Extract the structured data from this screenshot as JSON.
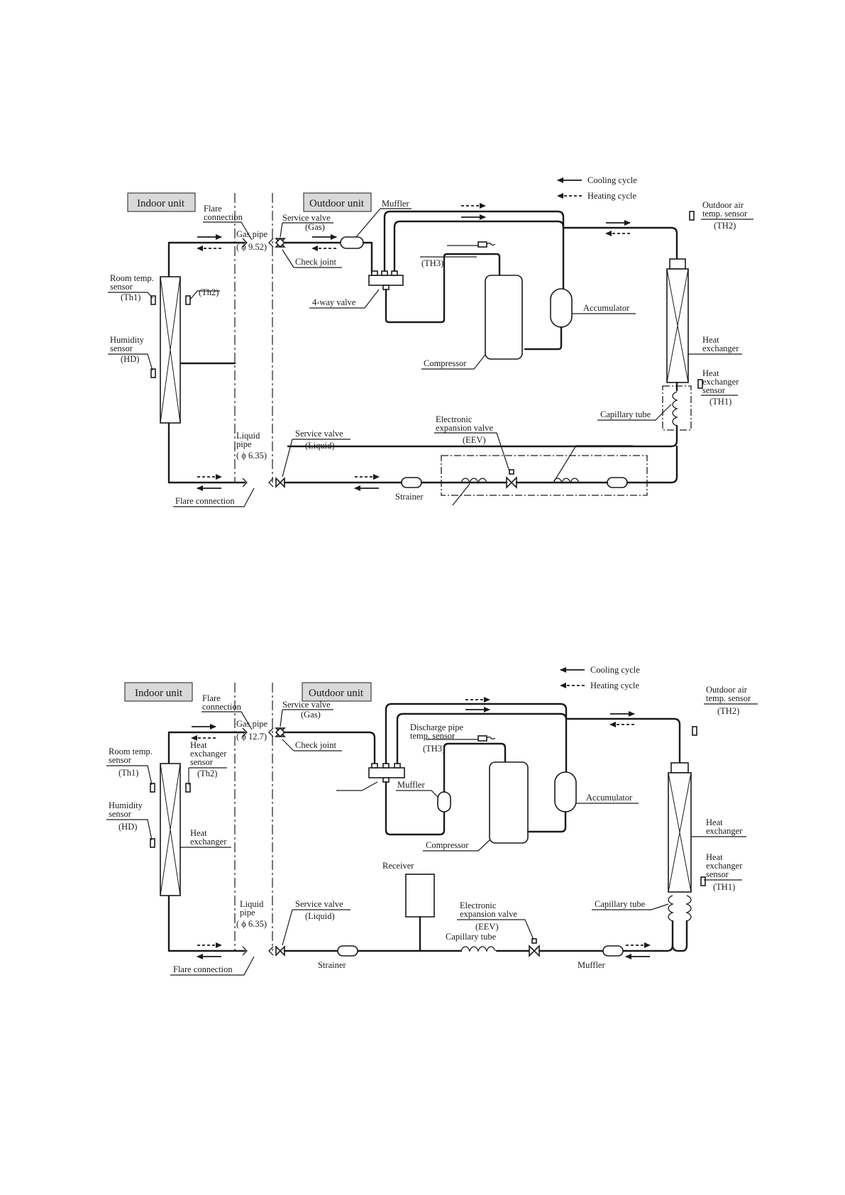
{
  "legend": {
    "cooling": "Cooling cycle",
    "heating": "Heating cycle"
  },
  "top": {
    "indoor_unit": "Indoor unit",
    "outdoor_unit": "Outdoor unit",
    "flare_connection_1": "Flare",
    "flare_connection_2": "connection",
    "service_valve_gas_1": "Service valve",
    "service_valve_gas_2": "(Gas)",
    "muffler": "Muffler",
    "outdoor_air_sensor_1": "Outdoor air",
    "outdoor_air_sensor_2": "temp. sensor",
    "outdoor_air_sensor_3": "(TH2)",
    "gas_pipe_1": "Gas pipe",
    "gas_pipe_2": "( ϕ 9.52)",
    "check_joint": "Check joint",
    "th3": "(TH3)",
    "room_temp_1": "Room temp.",
    "room_temp_2": "sensor",
    "room_temp_3": "(Th1)",
    "th2_indoor": "(Th2)",
    "four_way_valve": "4-way valve",
    "accumulator": "Accumulator",
    "humidity_1": "Humidity",
    "humidity_2": "sensor",
    "humidity_3": "(HD)",
    "heat_exchanger_1": "Heat",
    "heat_exchanger_2": "exchanger",
    "compressor": "Compressor",
    "hx_sensor_1": "Heat",
    "hx_sensor_2": "exchanger",
    "hx_sensor_3": "sensor",
    "hx_sensor_4": "(TH1)",
    "capillary_tube": "Capillary tube",
    "eev_1": "Electronic",
    "eev_2": "expansion valve",
    "eev_3": "(EEV)",
    "liquid_pipe_1": "Liquid",
    "liquid_pipe_2": "pipe",
    "liquid_pipe_3": "( ϕ 6.35)",
    "service_valve_liquid_1": "Service valve",
    "service_valve_liquid_2": "(Liquid)",
    "strainer": "Strainer",
    "flare_connection_bottom": "Flare connection"
  },
  "bottom": {
    "indoor_unit": "Indoor unit",
    "outdoor_unit": "Outdoor unit",
    "flare_connection_1": "Flare",
    "flare_connection_2": "connection",
    "service_valve_gas_1": "Service valve",
    "service_valve_gas_2": "(Gas)",
    "outdoor_air_sensor_1": "Outdoor air",
    "outdoor_air_sensor_2": "temp. sensor",
    "outdoor_air_sensor_3": "(TH2)",
    "gas_pipe_1": "Gas pipe",
    "gas_pipe_2": "( ϕ 12.7)",
    "check_joint": "Check joint",
    "discharge_1": "Discharge pipe",
    "discharge_2": "temp. sensor",
    "discharge_3": "(TH3)",
    "room_temp_1": "Room temp.",
    "room_temp_2": "sensor",
    "room_temp_3": "(Th1)",
    "hx_sensor_indoor_1": "Heat",
    "hx_sensor_indoor_2": "exchanger",
    "hx_sensor_indoor_3": "sensor",
    "hx_sensor_indoor_4": "(Th2)",
    "muffler_comp": "Muffler",
    "accumulator": "Accumulator",
    "humidity_1": "Humidity",
    "humidity_2": "sensor",
    "humidity_3": "(HD)",
    "heat_exchanger_indoor_1": "Heat",
    "heat_exchanger_indoor_2": "exchanger",
    "compressor": "Compressor",
    "heat_exchanger_1": "Heat",
    "heat_exchanger_2": "exchanger",
    "hx_sensor_1": "Heat",
    "hx_sensor_2": "exchanger",
    "hx_sensor_3": "sensor",
    "hx_sensor_4": "(TH1)",
    "receiver": "Receiver",
    "capillary_tube_right": "Capillary tube",
    "eev_1": "Electronic",
    "eev_2": "expansion valve",
    "eev_3": "(EEV)",
    "capillary_tube_mid": "Capillary tube",
    "liquid_pipe_1": "Liquid",
    "liquid_pipe_2": "pipe",
    "liquid_pipe_3": "( ϕ 6.35)",
    "service_valve_liquid_1": "Service valve",
    "service_valve_liquid_2": "(Liquid)",
    "strainer": "Strainer",
    "muffler_liquid": "Muffler",
    "flare_connection_bottom": "Flare connection"
  }
}
